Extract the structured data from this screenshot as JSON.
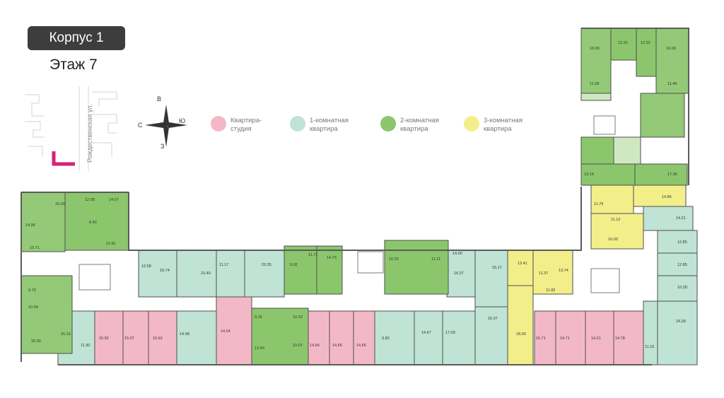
{
  "header": {
    "building_label": "Корпус 1",
    "floor_label": "Этаж 7"
  },
  "site": {
    "street_name": "Рождественская ул."
  },
  "compass": {
    "north": "В",
    "south": "З",
    "west": "С",
    "east": "Ю"
  },
  "legend": {
    "items": [
      {
        "label": "Квартира-\nстудия",
        "color": "#f3b8c8"
      },
      {
        "label": "1-комнатная\nквартира",
        "color": "#bfe3d4"
      },
      {
        "label": "2-комнатная\nквартира",
        "color": "#8cc66c"
      },
      {
        "label": "3-комнатная\nквартира",
        "color": "#f2ef8a"
      }
    ]
  },
  "colors": {
    "studio": "#f3b8c8",
    "one_room": "#bfe3d4",
    "two_room": "#8cc66c",
    "three_room": "#f2ef8a",
    "wall": "#5b5b5b",
    "marker": "#d6227a"
  },
  "rooms": {
    "label_1": "12.32",
    "label_2": "12.32",
    "label_3": "16.00",
    "label_4": "16.00",
    "label_5": "11.28",
    "label_6": "11.44",
    "label_7": "13.14",
    "label_8": "17.96",
    "label_9": "14.86",
    "label_10": "11.79",
    "label_11": "11.12",
    "label_12": "16.00",
    "label_13": "14.21",
    "label_14": "12.85",
    "label_15": "12.85",
    "label_16": "10.28",
    "label_17": "24.28",
    "label_18": "16.00",
    "label_19": "12.08",
    "label_20": "14.07",
    "label_21": "14.96",
    "label_22": "10.71",
    "label_23": "8.43",
    "label_24": "11.92",
    "label_25": "9.73",
    "label_26": "10.99",
    "label_27": "16.00",
    "label_28": "15.16",
    "label_29": "11.30",
    "label_30": "15.92",
    "label_31": "15.07",
    "label_32": "15.92",
    "label_33": "14.08",
    "label_34": "12.58",
    "label_35": "16.74",
    "label_36": "10.40",
    "label_37": "11.17",
    "label_38": "23.35",
    "label_39": "9.02",
    "label_40": "11.71",
    "label_41": "14.73",
    "label_42": "10.25",
    "label_43": "11.21",
    "label_44": "14.00",
    "label_45": "15.17",
    "label_46": "13.41",
    "label_47": "11.37",
    "label_48": "13.74",
    "label_49": "11.82",
    "label_50": "14.24",
    "label_51": "9.16",
    "label_52": "10.33",
    "label_53": "13.40",
    "label_54": "10.07",
    "label_55": "14.56",
    "label_56": "14.56",
    "label_57": "14.56",
    "label_58": "14.67",
    "label_59": "17.09",
    "label_60": "16.37",
    "label_61": "18.00",
    "label_62": "15.71",
    "label_63": "14.71",
    "label_64": "14.21",
    "label_65": "14.78",
    "label_66": "11.10",
    "label_67": "16.37",
    "label_68": "9.83"
  }
}
